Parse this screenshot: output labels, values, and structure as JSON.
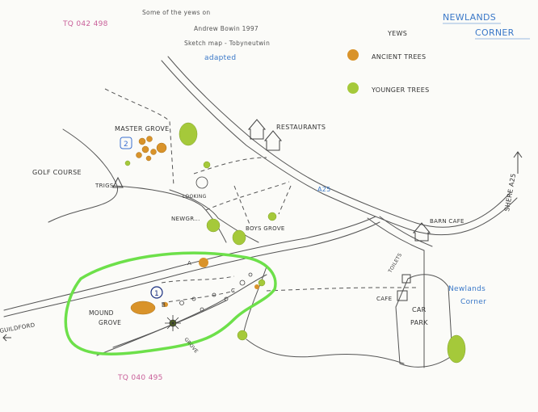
{
  "title": {
    "line1": "NEWLANDS",
    "line2": "CORNER"
  },
  "header_note": {
    "line1": "Some of the yews on",
    "line2": "Andrew Bowin 1997",
    "line3": "Sketch map - Tobyneutwin",
    "line4": "adapted"
  },
  "grid_refs": {
    "top": "TQ 042 498",
    "bottom": "TQ 040 495"
  },
  "legend": {
    "title": "YEWS",
    "items": [
      {
        "label": "ANCIENT TREES",
        "color": "#d9932a"
      },
      {
        "label": "YOUNGER TREES",
        "color": "#a5c93a"
      }
    ]
  },
  "places": {
    "master_grove": "MASTER GROVE",
    "master_grove_no": "2",
    "golf_course": "GOLF COURSE",
    "trigs": "TRIGS",
    "restaurants": "RESTAURANTS",
    "road": "A25",
    "barn_cafe": "BARN CAFE",
    "shere": "SHERE A25",
    "newlands_corner": [
      "Newlands",
      "Corner"
    ],
    "boys_grove": "BOYS GROVE",
    "newgrove": "NEWGR...",
    "looking": "LOOKING",
    "toilets": "TOILETS",
    "cafe": "CAFE",
    "car_park": [
      "CAR",
      "PARK"
    ],
    "mound_grove": [
      "MOUND",
      "GROVE"
    ],
    "mound_grove_no": "1",
    "guildford": "GUILDFORD",
    "grove_label": "GROVE",
    "b_label": "B",
    "c_label": "C",
    "a_label": "A"
  }
}
